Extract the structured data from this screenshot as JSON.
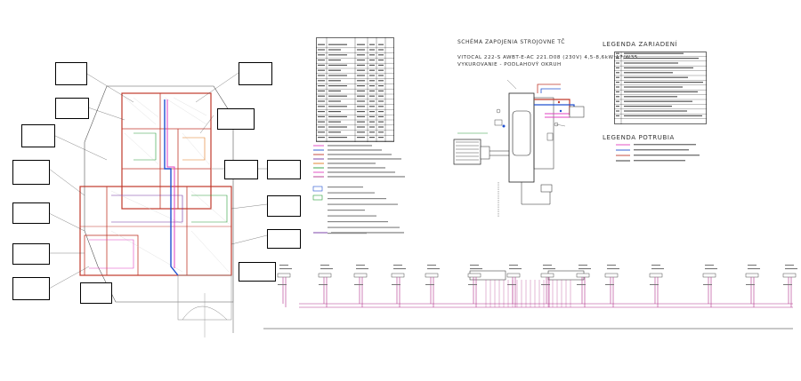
{
  "schema": {
    "title": "SCHÉMA ZAPOJENIA STROJOVNE TČ",
    "subtitle_line1": "VITOCAL 222-S AWBT-E-AC 221.D08 (230V) 4,5-8,6kW A7/W35",
    "subtitle_line2": "VYKUROVANIE - PODLAHOVÝ OKRUH"
  },
  "legend_equipment": {
    "title": "LEGENDA ZARIADENÍ"
  },
  "legend_pipes": {
    "title": "LEGENDA POTRUBIA"
  },
  "colors": {
    "wall_red": "#c0392b",
    "pipe_pink": "#e040c0",
    "pipe_magenta": "#b0308a",
    "pipe_blue": "#2050d0",
    "pipe_green": "#2a9d3a",
    "pipe_orange": "#e07a20",
    "pipe_purple": "#7030a0",
    "line_dark": "#222222"
  }
}
